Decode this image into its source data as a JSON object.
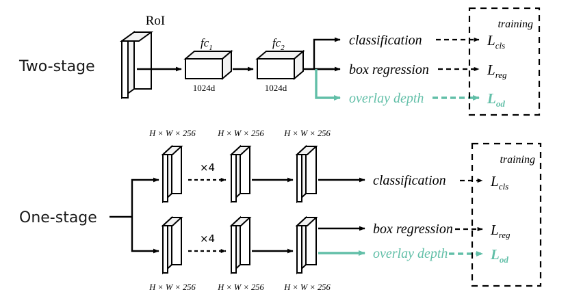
{
  "figure": {
    "title": "Two-stage and One-stage detector head architectures with overlay depth branch",
    "accent_color": "#62bfa8",
    "line_color": "#000000",
    "background": "#ffffff"
  },
  "two_stage": {
    "stage_label": "Two-stage",
    "roi_label": "RoI",
    "blocks": [
      {
        "name": "fc1",
        "label": "fc",
        "subscript": "1",
        "dim": "1024d"
      },
      {
        "name": "fc2",
        "label": "fc",
        "subscript": "2",
        "dim": "1024d"
      }
    ],
    "heads": [
      {
        "name": "classification",
        "label": "classification",
        "color": "#000000"
      },
      {
        "name": "box-regression",
        "label": "box regression",
        "color": "#000000"
      },
      {
        "name": "overlay-depth",
        "label": "overlay depth",
        "color": "#62bfa8"
      }
    ],
    "training": {
      "label": "training",
      "losses": [
        {
          "name": "L-cls",
          "base": "L",
          "subscript": "cls",
          "color": "#000000"
        },
        {
          "name": "L-reg",
          "base": "L",
          "subscript": "reg",
          "color": "#000000"
        },
        {
          "name": "L-od",
          "base": "L",
          "subscript": "od",
          "color": "#62bfa8"
        }
      ]
    }
  },
  "one_stage": {
    "stage_label": "One-stage",
    "repeat_label": "×4",
    "branches": [
      {
        "name": "classification-branch",
        "tensor_labels": [
          "H × W × 256",
          "H × W × 256",
          "H × W × 256"
        ],
        "heads": [
          {
            "name": "classification",
            "label": "classification",
            "color": "#000000"
          }
        ]
      },
      {
        "name": "regression-branch",
        "tensor_labels": [
          "H × W × 256",
          "H × W × 256",
          "H × W × 256"
        ],
        "heads": [
          {
            "name": "box-regression",
            "label": "box regression",
            "color": "#000000"
          },
          {
            "name": "overlay-depth",
            "label": "overlay depth",
            "color": "#62bfa8"
          }
        ]
      }
    ],
    "training": {
      "label": "training",
      "losses": [
        {
          "name": "L-cls",
          "base": "L",
          "subscript": "cls",
          "color": "#000000"
        },
        {
          "name": "L-reg",
          "base": "L",
          "subscript": "reg",
          "color": "#000000"
        },
        {
          "name": "L-od",
          "base": "L",
          "subscript": "od",
          "color": "#62bfa8"
        }
      ]
    }
  }
}
